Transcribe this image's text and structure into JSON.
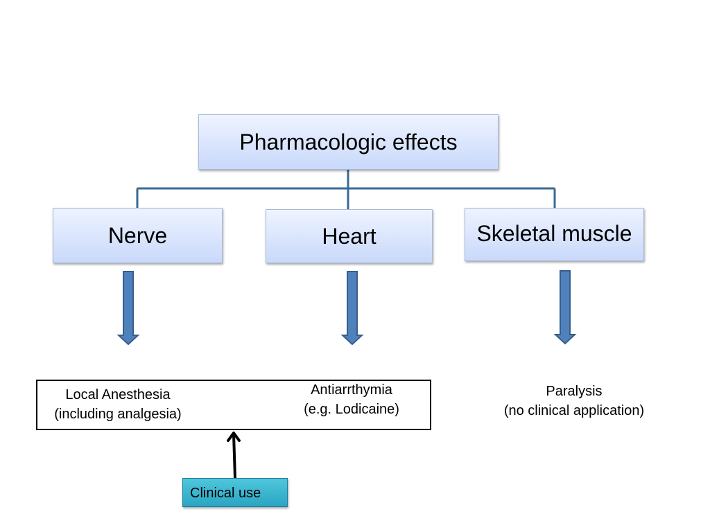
{
  "diagram": {
    "root": {
      "label": "Pharmacologic effects"
    },
    "branches": [
      {
        "label": "Nerve"
      },
      {
        "label": "Heart"
      },
      {
        "label": "Skeletal muscle"
      }
    ],
    "outcomes": {
      "nerve": {
        "line1": "Local Anesthesia",
        "line2": "(including analgesia)"
      },
      "heart": {
        "line1": "Antiarrthymia",
        "line2": "(e.g. Lodicaine)"
      },
      "muscle": {
        "line1": "Paralysis",
        "line2": "(no clinical application)"
      }
    },
    "clinical_use": {
      "label": "Clinical use"
    },
    "colors": {
      "box_gradient_top": "#eef3ff",
      "box_gradient_bottom": "#c9d9fb",
      "connector": "#3a6a95",
      "arrow_fill": "#4f81bd",
      "arrow_stroke": "#385d8a",
      "clinical_fill": "#31b0cc"
    }
  }
}
